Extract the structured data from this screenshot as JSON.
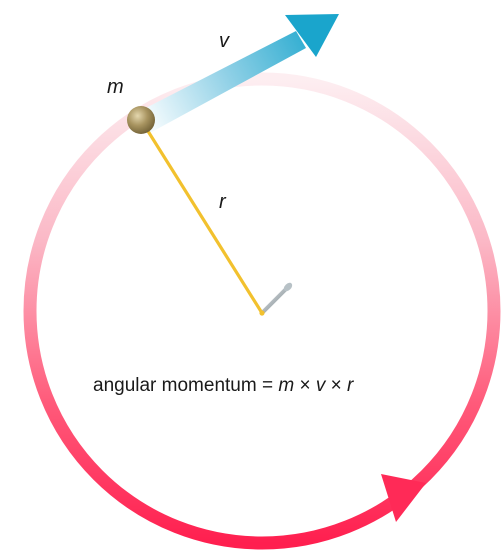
{
  "labels": {
    "mass": "m",
    "velocity": "v",
    "radius": "r"
  },
  "formula": {
    "prefix": "angular momentum = ",
    "m": "m",
    "times_1": " × ",
    "v": "v",
    "times_2": " × ",
    "r": "r"
  },
  "colors": {
    "orbit_light": "#fbe0e6",
    "orbit_dark": "#ff1f4f",
    "velocity_arrow_light": "#e6f4fa",
    "velocity_arrow_dark": "#1aa5cc",
    "string": "#f2c12e",
    "mass_ball": "#9c8a5c",
    "pivot_nail": "#9aa6ad"
  }
}
